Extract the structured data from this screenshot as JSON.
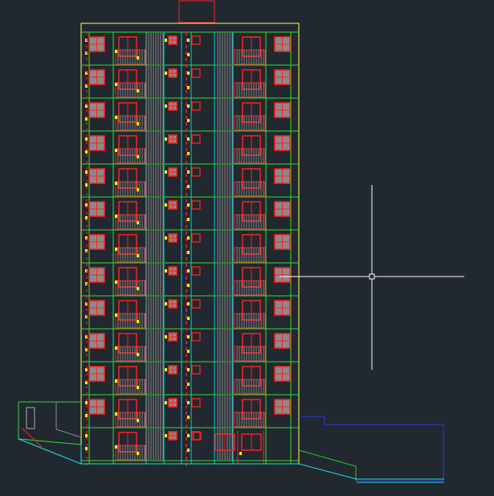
{
  "app": {
    "view": "cad-model-space"
  },
  "drawing": {
    "subject": "building-elevation",
    "floors": 13,
    "colors": {
      "background": "#212830",
      "outline": "#ffff66",
      "floor_lines": "#33dd33",
      "windows": "#ff2020",
      "glazing_fill": "#8a8a8a",
      "stair_lines": "#aaaaaa",
      "accent_marks": "#ffff00",
      "core_lines": "#00d0e0",
      "ground_lines": "#20e0e0",
      "site_blue": "#2a3ad8",
      "site_green": "#22cc22",
      "crosshair": "#ffffff"
    }
  },
  "cursor": {
    "shape": "crosshair-with-pickbox"
  }
}
